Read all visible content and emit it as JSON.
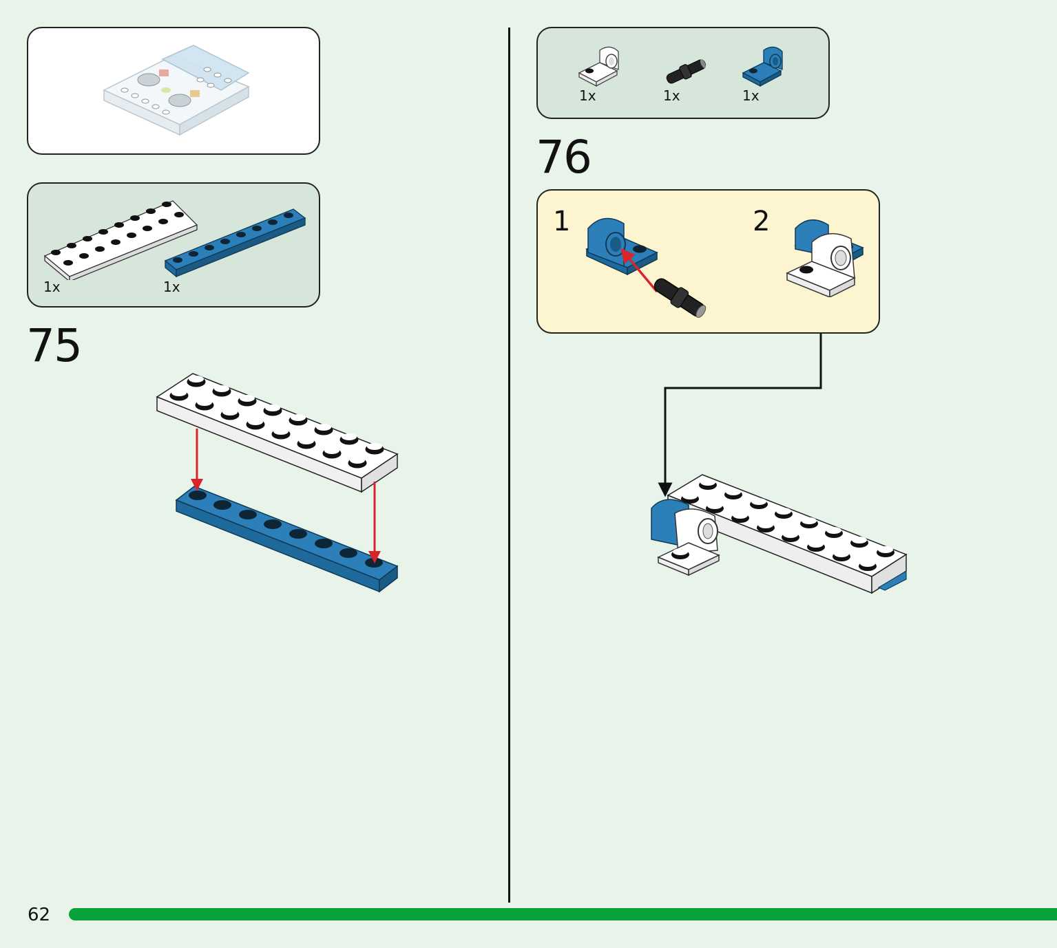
{
  "page_number": "62",
  "progress": {
    "fraction": 1.0,
    "color": "#0aa33b"
  },
  "colors": {
    "background": "#e8f4ea",
    "parts_box": "#d7e6da",
    "submodel_box": "#fdf5cf",
    "brick_blue": "#2c7fb8",
    "arrow_red": "#d9252a"
  },
  "left_column": {
    "preview_box": {
      "icon": "assembled-model-preview"
    },
    "parts_list": [
      {
        "qty": "1x",
        "part": "white-plate-2x8"
      },
      {
        "qty": "1x",
        "part": "blue-plate-1x8"
      }
    ],
    "step": {
      "number": "75"
    }
  },
  "right_column": {
    "parts_list": [
      {
        "qty": "1x",
        "part": "white-pin-hole-plate"
      },
      {
        "qty": "1x",
        "part": "black-technic-pin"
      },
      {
        "qty": "1x",
        "part": "blue-pin-hole-plate"
      }
    ],
    "step": {
      "number": "76"
    },
    "submodel": {
      "substeps": [
        "1",
        "2"
      ]
    }
  }
}
